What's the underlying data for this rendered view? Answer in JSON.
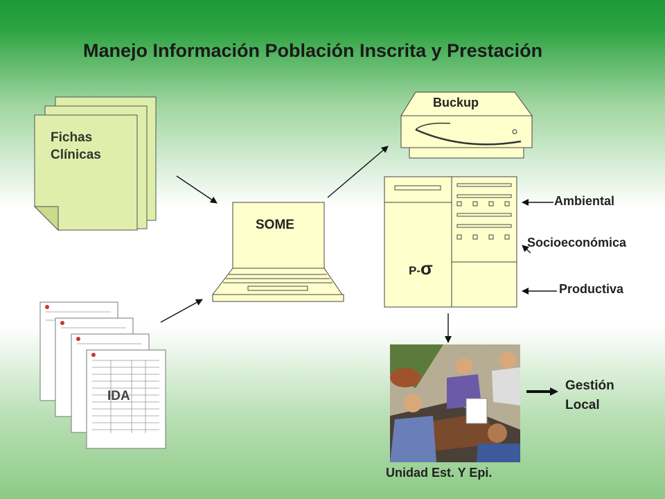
{
  "title": "Manejo Información Población Inscrita y Prestación",
  "nodes": {
    "fichas_line1": "Fichas",
    "fichas_line2": "Clínicas",
    "ida": "IDA",
    "some": "SOME",
    "buckup": "Buckup",
    "server_prefix": "P-",
    "server_symbol": "σ",
    "unit": "Unidad Est. Y Epi.",
    "gestion_line1": "Gestión",
    "gestion_line2": "Local"
  },
  "inputs": [
    "Ambiental",
    "Socioeconómica",
    "Productiva"
  ]
}
